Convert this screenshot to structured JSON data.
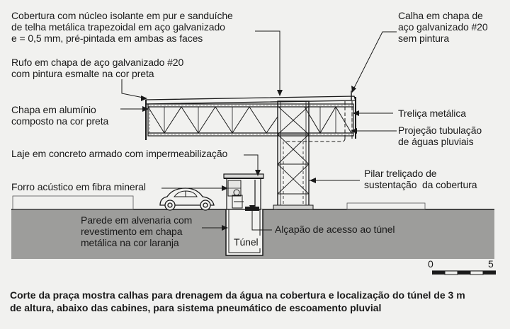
{
  "labels": {
    "cobertura": "Cobertura com núcleo isolante em pur e sanduíche\nde telha metálica trapezoidal em aço galvanizado\ne = 0,5 mm, pré-pintada em ambas as faces",
    "rufo": "Rufo em chapa de aço galvanizado #20\ncom pintura esmalte na cor preta",
    "chapa_aluminio": "Chapa em alumínio\ncomposto na cor preta",
    "laje": "Laje em concreto armado com impermeabilização",
    "forro": "Forro acústico em fibra mineral",
    "parede": "Parede em alvenaria com\nrevestimento em chapa\nmetálica na cor laranja",
    "tunel": "Túnel",
    "alcapao": "Alçapão de acesso ao túnel",
    "calha": "Calha em chapa de\naço galvanizado #20\nsem pintura",
    "trelica": "Treliça metálica",
    "projecao": "Projeção tubulação\nde águas pluviais",
    "pilar": "Pilar treliçado de\nsustentação  da cobertura"
  },
  "scale": {
    "min": "0",
    "max": "5"
  },
  "caption": "Corte da praça mostra calhas para drenagem da água na cobertura e localização do túnel de 3 m\nde altura, abaixo das cabines, para sistema pneumático de escoamento pluvial",
  "colors": {
    "ground": "#9d9d9b",
    "paper": "#f1f1ef",
    "line": "#1a1a1a"
  }
}
